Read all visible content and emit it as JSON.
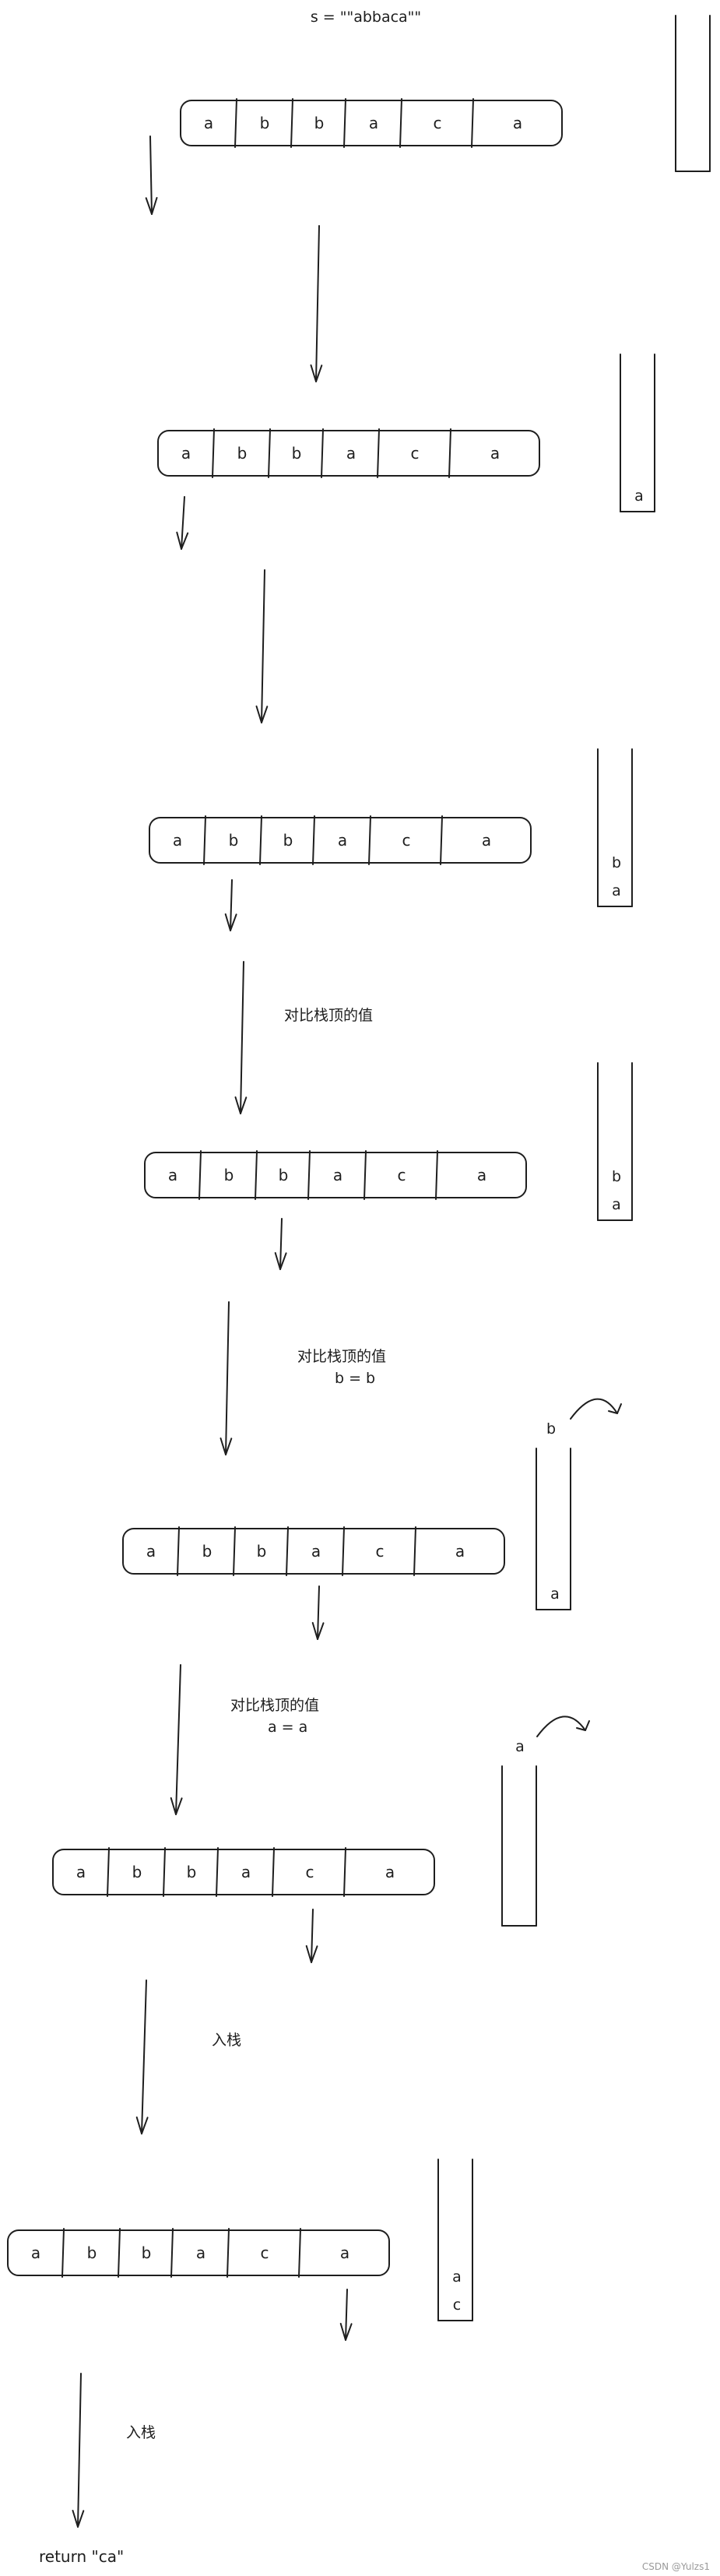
{
  "title": "s = \"\"abbaca\"\"",
  "string_chars": [
    "a",
    "b",
    "b",
    "a",
    "c",
    "a"
  ],
  "steps": [
    {
      "stack": []
    },
    {
      "stack": [
        "a"
      ]
    },
    {
      "stack": [
        "a",
        "b"
      ],
      "note": [
        "对比栈顶的值"
      ]
    },
    {
      "stack": [
        "a",
        "b"
      ],
      "note": [
        "对比栈顶的值",
        "b = b"
      ]
    },
    {
      "stack": [
        "a"
      ],
      "popped": "b",
      "note": [
        "对比栈顶的值",
        "a = a"
      ]
    },
    {
      "stack": [],
      "popped": "a",
      "note": [
        "入栈"
      ]
    },
    {
      "stack": [
        "c",
        "a"
      ],
      "note": [
        "入栈"
      ]
    }
  ],
  "result": "return \"ca\"",
  "watermark": "CSDN @Yulzs1"
}
